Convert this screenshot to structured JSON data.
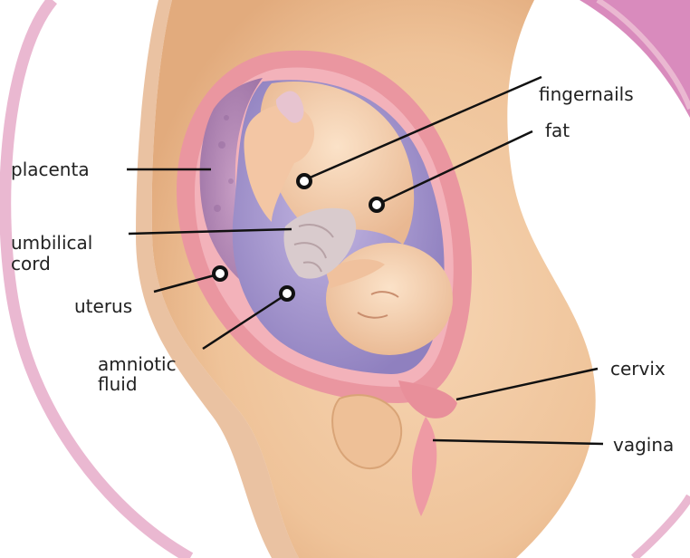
{
  "labels": {
    "fingernails": "fingernails",
    "fat": "fat",
    "placenta": "placenta",
    "umbilical_cord_line1": "umbilical",
    "umbilical_cord_line2": "cord",
    "uterus": "uterus",
    "amniotic_fluid_line1": "amniotic",
    "amniotic_fluid_line2": "fluid",
    "cervix": "cervix",
    "vagina": "vagina"
  },
  "colors": {
    "background": "#ffffff",
    "ring": "#e9b7cf",
    "ring_dark": "#d684b8",
    "body_skin": "#f1c9a0",
    "body_shadow": "#e3ad7e",
    "uterine_wall": "#e9909a",
    "placenta": "#b58ab4",
    "amniotic_fluid": "#a999cf",
    "fetus_skin": "#f6d2b0",
    "umbilical_cord": "#d8c7c9",
    "leader_line": "#111111",
    "label_text": "#222222"
  }
}
